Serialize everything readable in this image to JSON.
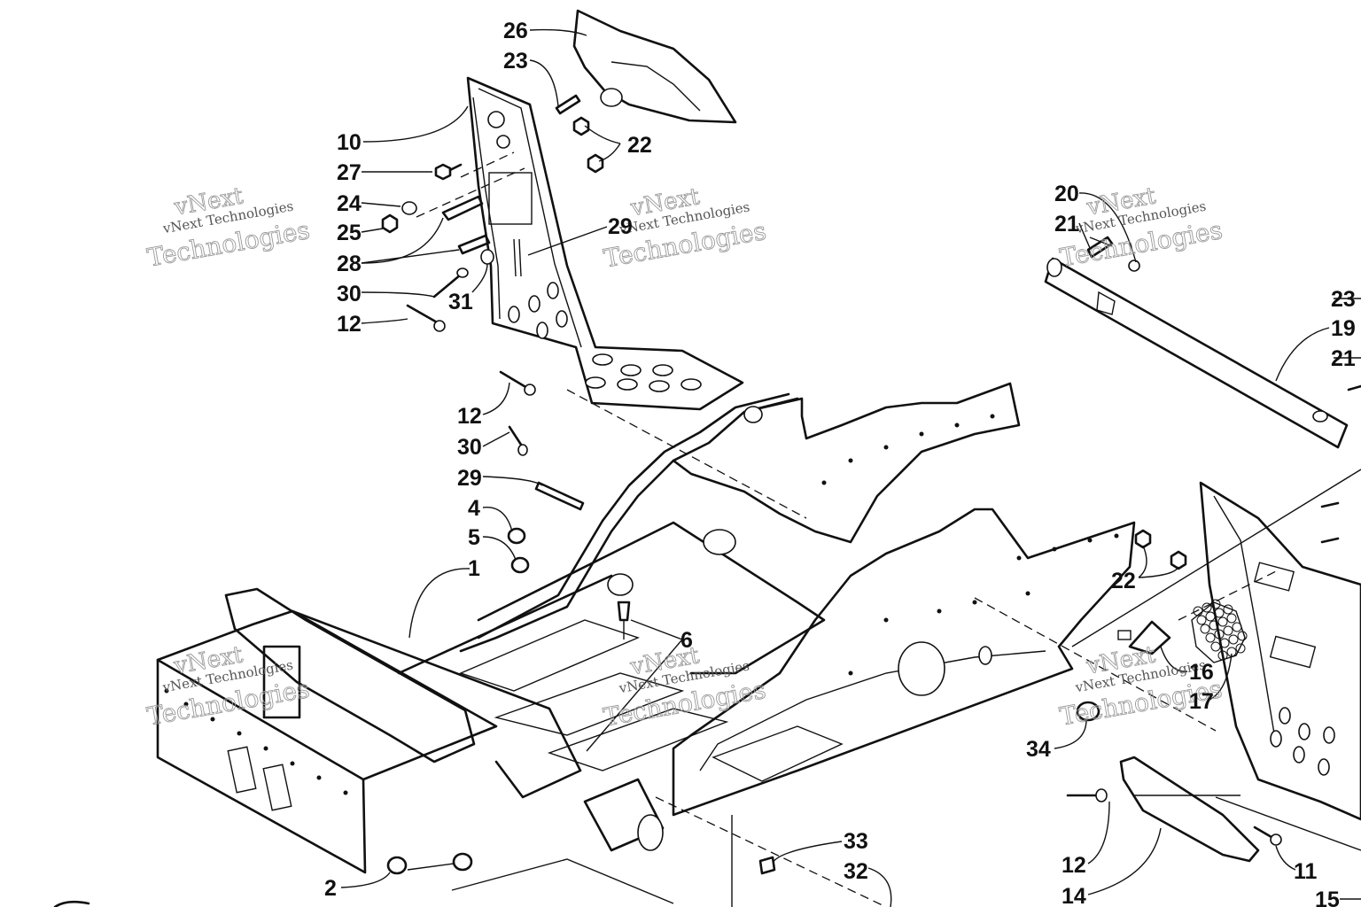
{
  "diagram": {
    "watermark": {
      "line1": "vNext",
      "line2": "vNext Technologies",
      "line3": "Technologies"
    },
    "callouts": [
      {
        "id": "c26a",
        "text": "26"
      },
      {
        "id": "c23a",
        "text": "23"
      },
      {
        "id": "c10",
        "text": "10"
      },
      {
        "id": "c22a",
        "text": "22"
      },
      {
        "id": "c27",
        "text": "27"
      },
      {
        "id": "c24",
        "text": "24"
      },
      {
        "id": "c25",
        "text": "25"
      },
      {
        "id": "c28",
        "text": "28"
      },
      {
        "id": "c29a",
        "text": "29"
      },
      {
        "id": "c30a",
        "text": "30"
      },
      {
        "id": "c31",
        "text": "31"
      },
      {
        "id": "c12a",
        "text": "12"
      },
      {
        "id": "c12b",
        "text": "12"
      },
      {
        "id": "c30b",
        "text": "30"
      },
      {
        "id": "c29b",
        "text": "29"
      },
      {
        "id": "c4",
        "text": "4"
      },
      {
        "id": "c5",
        "text": "5"
      },
      {
        "id": "c1",
        "text": "1"
      },
      {
        "id": "c6",
        "text": "6"
      },
      {
        "id": "c2",
        "text": "2"
      },
      {
        "id": "c33",
        "text": "33"
      },
      {
        "id": "c32",
        "text": "32"
      },
      {
        "id": "c34",
        "text": "34"
      },
      {
        "id": "c20",
        "text": "20"
      },
      {
        "id": "c21a",
        "text": "21"
      },
      {
        "id": "c23b",
        "text": "23"
      },
      {
        "id": "c19",
        "text": "19"
      },
      {
        "id": "c21b",
        "text": "21"
      },
      {
        "id": "c22b",
        "text": "22"
      },
      {
        "id": "c16",
        "text": "16"
      },
      {
        "id": "c17",
        "text": "17"
      },
      {
        "id": "c12c",
        "text": "12"
      },
      {
        "id": "c11",
        "text": "11"
      },
      {
        "id": "c14",
        "text": "14"
      },
      {
        "id": "c15",
        "text": "15"
      }
    ]
  }
}
